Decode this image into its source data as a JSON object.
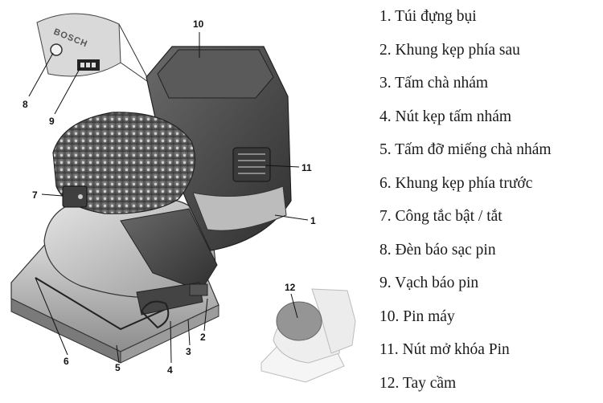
{
  "figure": {
    "brand_text": "BOSCH",
    "callouts": [
      "1",
      "2",
      "3",
      "4",
      "5",
      "6",
      "7",
      "8",
      "9",
      "10",
      "11",
      "12"
    ]
  },
  "legend": {
    "items": [
      "1. Túi đựng bụi",
      "2. Khung kẹp phía sau",
      "3. Tấm chà nhám",
      "4. Nút kẹp tấm nhám",
      "5. Tấm đỡ miếng chà nhám",
      "6. Khung kẹp phía trước",
      "7. Công tắc bật / tắt",
      "8. Đèn báo sạc pin",
      "9. Vạch báo pin",
      "10. Pin máy",
      "11. Nút mở khóa Pin",
      "12. Tay cầm"
    ]
  }
}
